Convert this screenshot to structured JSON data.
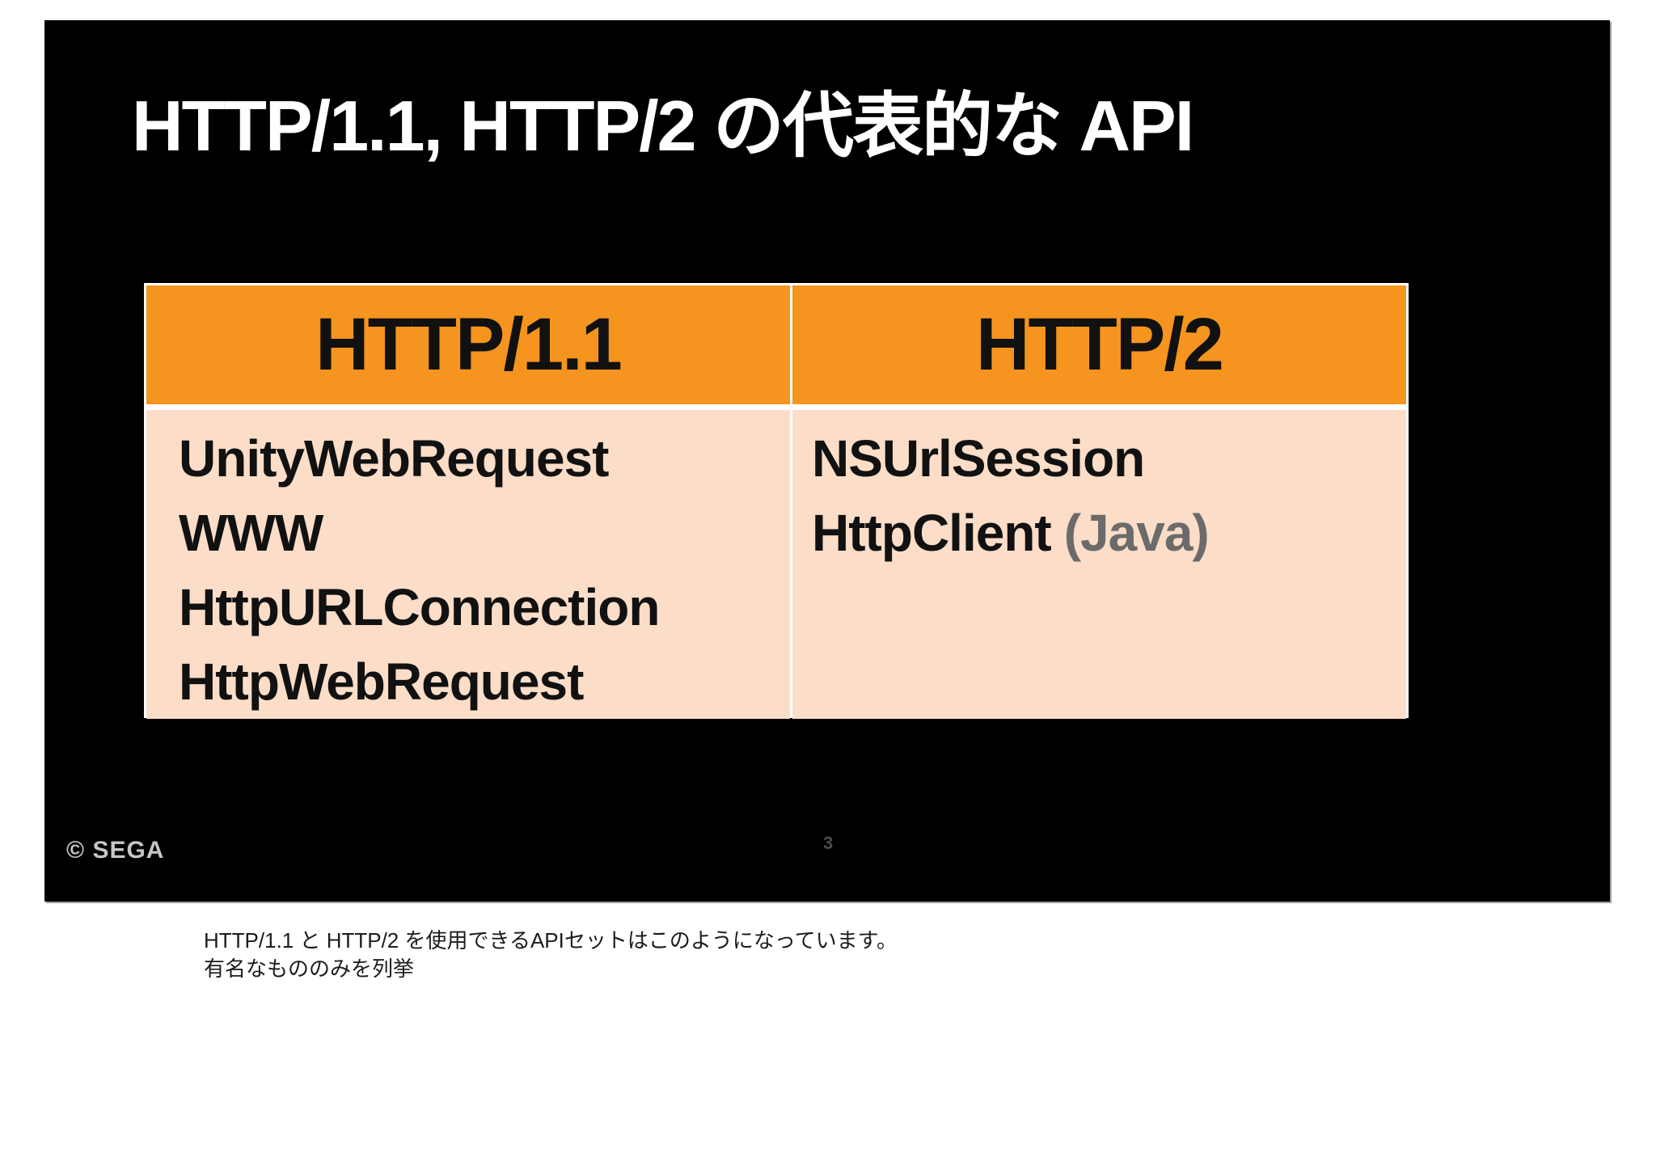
{
  "slide": {
    "title": "HTTP/1.1, HTTP/2 の代表的な API",
    "table": {
      "header_row": [
        "HTTP/1.1",
        "HTTP/2"
      ],
      "col1_items": [
        "UnityWebRequest",
        "WWW",
        "HttpURLConnection",
        "HttpWebRequest"
      ],
      "col2_items": [
        {
          "label": "NSUrlSession",
          "annotation": ""
        },
        {
          "label": "HttpClient",
          "annotation": "(Java)"
        }
      ]
    },
    "copyright": "© SEGA",
    "page_number": "3"
  },
  "notes": {
    "line1": "HTTP/1.1 と HTTP/2 を使用できるAPIセットはこのようになっています。",
    "line2": "有名なもののみを列挙"
  },
  "colors": {
    "accent_orange": "#F5941E",
    "cell_peach": "#FBDDC8",
    "slide_background": "#000000",
    "title_text": "#FFFFFF",
    "table_text": "#111111",
    "java_note_gray": "#6B6B6B",
    "copyright_gray": "#C6C6C6",
    "page_number_gray": "#4B4B4B",
    "notes_text": "#1C1C1C",
    "page_background": "#FFFFFF",
    "table_border": "#FFFFFF"
  }
}
